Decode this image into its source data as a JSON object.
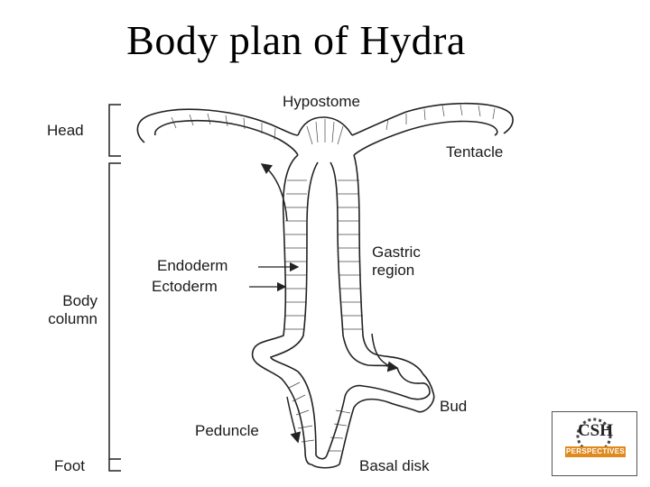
{
  "title": "Body plan of Hydra",
  "labels": {
    "head": "Head",
    "body_column": [
      "Body",
      "column"
    ],
    "foot": "Foot",
    "hypostome": "Hypostome",
    "tentacle": "Tentacle",
    "endoderm": "Endoderm",
    "ectoderm": "Ectoderm",
    "gastric_region": [
      "Gastric",
      "region"
    ],
    "bud": "Bud",
    "peduncle": "Peduncle",
    "basal_disk": "Basal disk"
  },
  "logo": {
    "text": "CSH",
    "subtext": "PERSPECTIVES"
  },
  "colors": {
    "line": "#222222",
    "accent": "#e08a1e"
  }
}
